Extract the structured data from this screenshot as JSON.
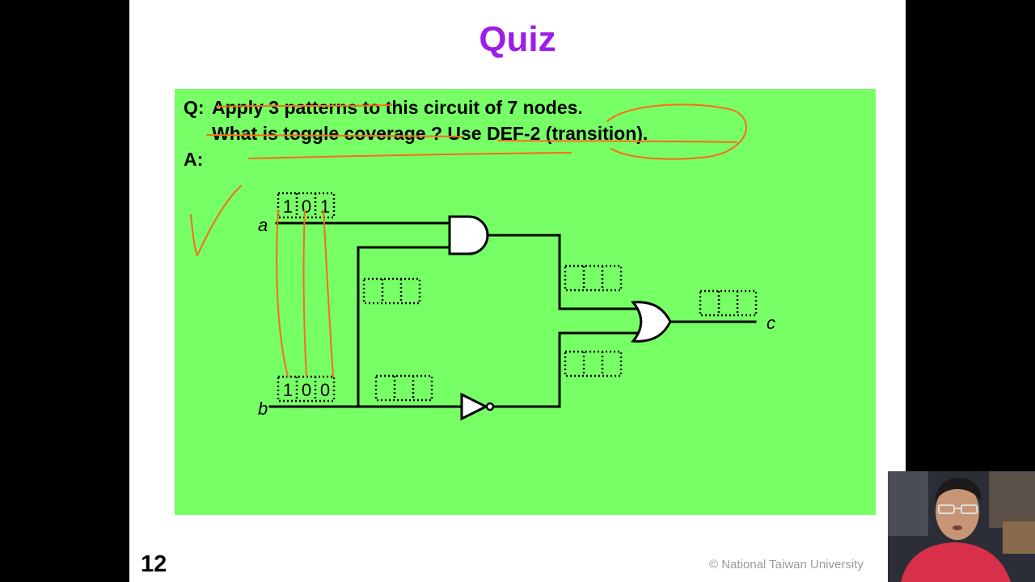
{
  "slide": {
    "title": "Quiz",
    "page_number": "12",
    "copyright": "© National Taiwan University"
  },
  "question": {
    "q_prefix": "Q:",
    "line1": "Apply 3 patterns to this circuit of 7 nodes.",
    "line2": "What is toggle coverage ?  Use DEF-2 (transition).",
    "a_prefix": "A:"
  },
  "circuit": {
    "node_a_label": "a",
    "node_b_label": "b",
    "node_c_label": "c",
    "pattern_a": [
      "1",
      "0",
      "1"
    ],
    "pattern_b": [
      "1",
      "0",
      "0"
    ]
  },
  "colors": {
    "title": "#9b1fe8",
    "box_background": "#77ff66",
    "annotation_pen": "#ff6a1a",
    "wire": "#000000",
    "gate_fill": "#ffffff"
  }
}
